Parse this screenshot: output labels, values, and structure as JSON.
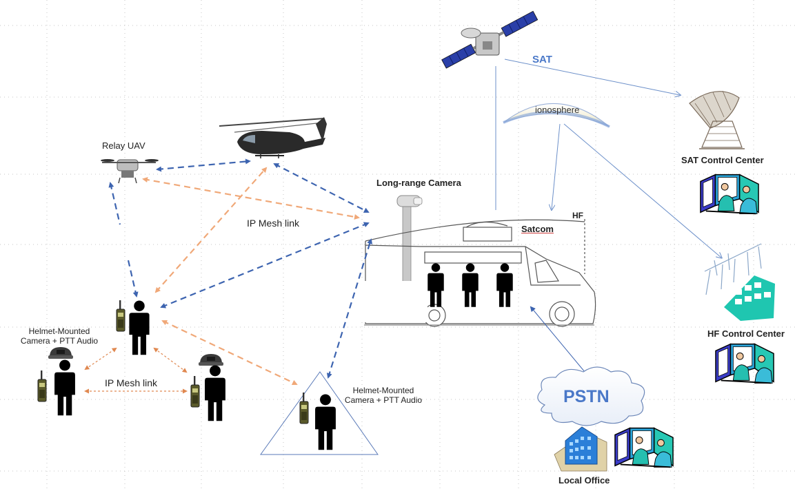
{
  "labels": {
    "relay_uav": "Relay UAV",
    "long_range_camera": "Long-range Camera",
    "ip_mesh_link_top": "IP Mesh link",
    "ip_mesh_link_bottom": "IP Mesh link",
    "sat": "SAT",
    "ionosphere": "ionosphere",
    "satcom": "Satcom",
    "hf": "HF",
    "sat_control_center": "SAT Control Center",
    "hf_control_center": "HF Control Center",
    "helmet_left_line1": "Helmet-Mounted",
    "helmet_left_line2": "Camera + PTT Audio",
    "helmet_right_line1": "Helmet-Mounted",
    "helmet_right_line2": "Camera + PTT Audio",
    "pstn": "PSTN",
    "local_office": "Local Office"
  },
  "colors": {
    "mesh_blue": "#3d64b0",
    "mesh_orange": "#f0a878",
    "satellite_link": "#6b8fc9",
    "pstn_text": "#4a78c8",
    "teal": "#1fc6b0"
  }
}
